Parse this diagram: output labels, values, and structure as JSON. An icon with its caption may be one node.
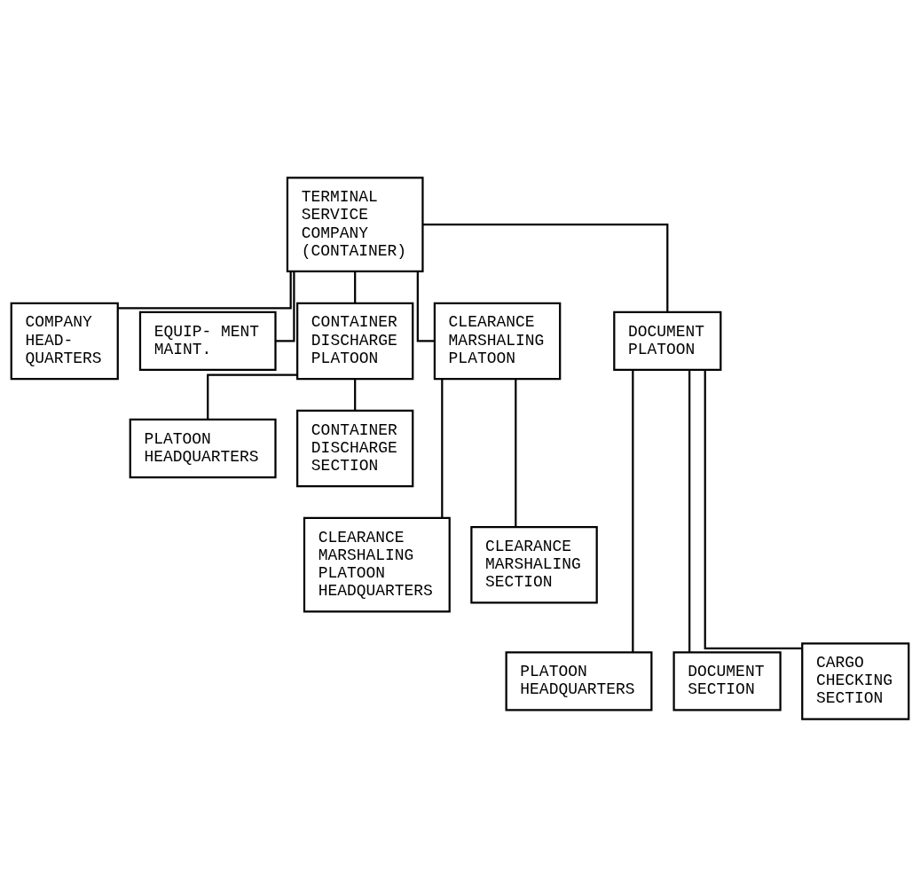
{
  "diagram": {
    "nodes": [
      {
        "text": [
          "TERMINAL SERVICE COMPANY (CONTAINER)"
        ]
      },
      {
        "text": [
          "COMPANY HEAD- QUARTERS"
        ]
      },
      {
        "text": [
          "EQUIP- MENT MAINT."
        ]
      },
      {
        "text": [
          "CONTAINER DISCHARGE PLATOON"
        ]
      },
      {
        "text": [
          "CLEARANCE MARSHALING PLATOON"
        ]
      },
      {
        "text": [
          "DOCUMENT PLATOON"
        ]
      },
      {
        "text": [
          "PLATOON HEADQUARTERS"
        ]
      },
      {
        "text": [
          "CONTAINER DISCHARGE SECTION"
        ]
      },
      {
        "text": [
          "CLEARANCE MARSHALING PLATOON HEADQUARTERS"
        ]
      },
      {
        "text": [
          "CLEARANCE MARSHALING SECTION"
        ]
      },
      {
        "text": [
          "PLATOON HEADQUARTERS"
        ]
      },
      {
        "text": [
          "DOCUMENT SECTION"
        ]
      },
      {
        "text": [
          "CARGO CHECKING SECTION"
        ]
      }
    ],
    "edges": [
      {
        "from": 0,
        "to": 1,
        "arrow": "none"
      },
      {
        "from": 0,
        "to": 2,
        "arrow": "none"
      },
      {
        "from": 0,
        "to": 3,
        "arrow": "none"
      },
      {
        "from": 0,
        "to": 4,
        "arrow": "none"
      },
      {
        "from": 0,
        "to": 5,
        "arrow": "none"
      },
      {
        "from": 3,
        "to": 6,
        "arrow": "none"
      },
      {
        "from": 3,
        "to": 7,
        "arrow": "none"
      },
      {
        "from": 4,
        "to": 8,
        "arrow": "none"
      },
      {
        "from": 4,
        "to": 9,
        "arrow": "none"
      },
      {
        "from": 5,
        "to": 10,
        "arrow": "none"
      },
      {
        "from": 5,
        "to": 11,
        "arrow": "none"
      },
      {
        "from": 5,
        "to": 12,
        "arrow": "none"
      }
    ]
  }
}
